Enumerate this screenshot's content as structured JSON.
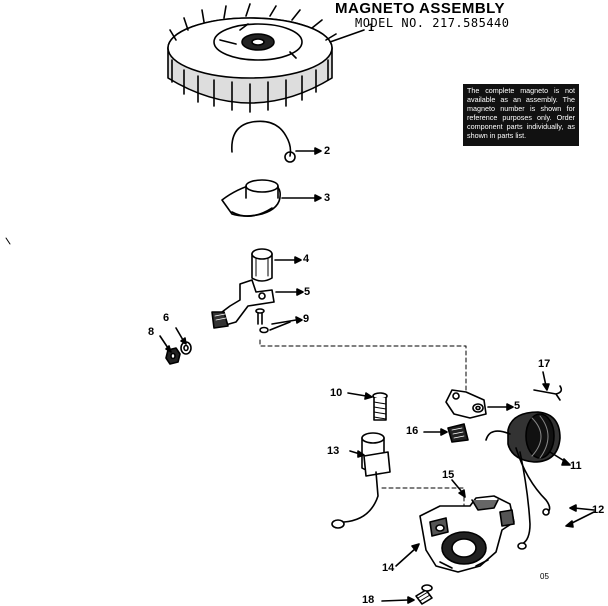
{
  "header": {
    "title": "MAGNETO ASSEMBLY",
    "model": "MODEL NO. 217.585440"
  },
  "note": "The complete magneto is not available as an assembly. The magneto number is shown for reference purposes only. Order component parts individually, as shown in parts list.",
  "parts": {
    "p1": "1",
    "p2": "2",
    "p3": "3",
    "p4": "4",
    "p5a": "5",
    "p5b": "5",
    "p6": "6",
    "p8": "8",
    "p9": "9",
    "p10": "10",
    "p11": "11",
    "p12": "12",
    "p13": "13",
    "p14": "14",
    "p15": "15",
    "p16": "16",
    "p17": "17",
    "p18": "18"
  },
  "footer": {
    "code": "05"
  }
}
